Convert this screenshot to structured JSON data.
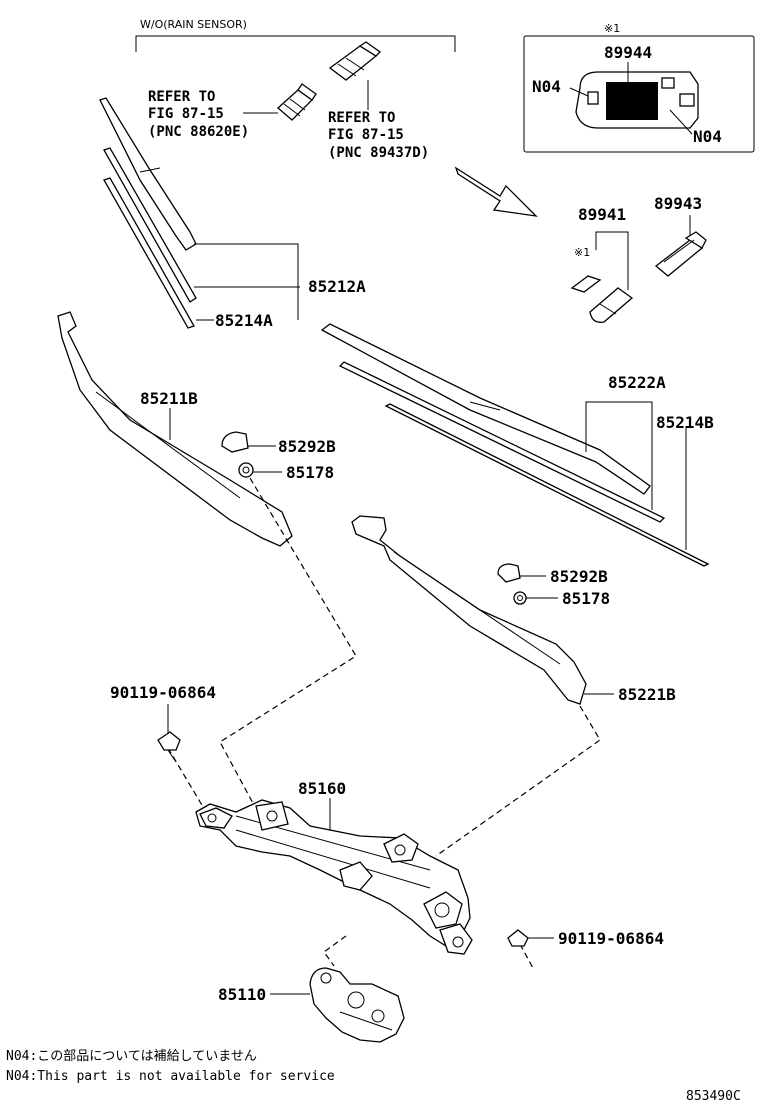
{
  "header": {
    "wo_label": "W/O(RAIN SENSOR)"
  },
  "refs": {
    "ref1": [
      "REFER TO",
      "FIG 87-15",
      "(PNC 88620E)"
    ],
    "ref2": [
      "REFER TO",
      "FIG 87-15",
      "(PNC 89437D)"
    ]
  },
  "inset": {
    "mark": "※1",
    "part": "89944",
    "n04_left": "N04",
    "n04_right": "N04"
  },
  "labels": {
    "p89941": "89941",
    "p89943": "89943",
    "mark_small": "※1",
    "p85212A": "85212A",
    "p85214A": "85214A",
    "p85211B": "85211B",
    "p85292B_1": "85292B",
    "p85178_1": "85178",
    "p85222A": "85222A",
    "p85214B": "85214B",
    "p85292B_2": "85292B",
    "p85178_2": "85178",
    "p85221B": "85221B",
    "p90119_1": "90119-06864",
    "p85160": "85160",
    "p90119_2": "90119-06864",
    "p85110": "85110"
  },
  "notes": {
    "jp": "N04:この部品については補給していません",
    "en": "N04:This part is not available for service"
  },
  "figure_id": "853490C"
}
